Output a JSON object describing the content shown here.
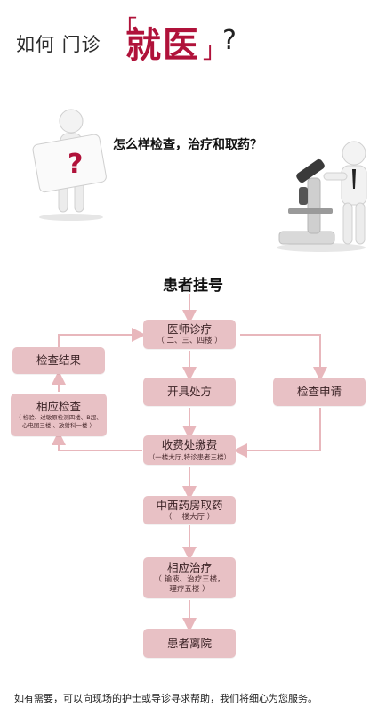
{
  "header": {
    "prefix": "如何 门诊",
    "highlight": "就医",
    "question_mark": "?"
  },
  "question": "怎么样检查，治疗和取药？",
  "flow": {
    "title": "患者挂号",
    "doctor": {
      "label": "医师诊疗",
      "detail": "（ 二、三、四楼 ）"
    },
    "result": {
      "label": "检查结果"
    },
    "prescription": {
      "label": "开具处方"
    },
    "apply": {
      "label": "检查申请"
    },
    "exam": {
      "label": "相应检查",
      "detail_1": "（ 检验、过敏原检测四楼、B超、",
      "detail_2": "心电图三楼 、放射科一楼 ）"
    },
    "payment": {
      "label": "收费处缴费",
      "detail": "（一楼大厅,特诊患者三楼）"
    },
    "pharmacy": {
      "label": "中西药房取药",
      "detail": "（ 一楼大厅 ）"
    },
    "treatment": {
      "label": "相应治疗",
      "detail_1": "（ 输液、治疗三楼，",
      "detail_2": "理疗五楼 ）"
    },
    "leave": {
      "label": "患者离院"
    }
  },
  "footer": "如有需要，可以向现场的护士或导诊寻求帮助，我们将细心为您服务。",
  "colors": {
    "accent": "#b0123a",
    "box": "#e8c1c5",
    "arrow": "#e8b7bc"
  }
}
